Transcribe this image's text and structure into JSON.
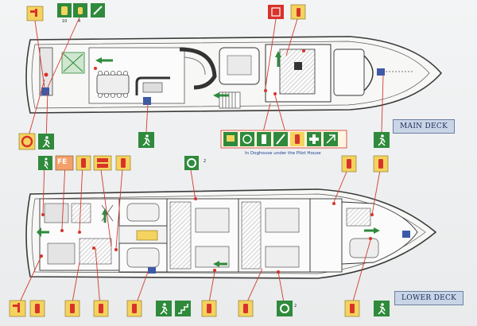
{
  "labels": {
    "main_deck": "MAIN DECK",
    "lower_deck": "LOWER DECK",
    "doghouse_caption": "In Doghouse under the Pilot House",
    "count_a": "10",
    "count_b": "4",
    "count_c": "2",
    "count_d": "2",
    "fe_text": "FE"
  },
  "legend_icons": [
    "fire-alarm-icon",
    "life-jacket-icon",
    "life-jacket-child-icon",
    "fire-hose-icon",
    "fire-pump-icon",
    "fire-extinguisher-icon",
    "first-aid-icon",
    "emergency-exit-icon",
    "fire-axe-icon",
    "life-ring-icon",
    "fire-blanket-icon"
  ],
  "colors": {
    "safety_red": "#d8332a",
    "safety_green": "#2f8a3c",
    "sign_yellow": "#f4d35e",
    "deck_label_bg": "#c9d5e6",
    "callout_line": "#d23a2e",
    "hull_line": "#3a3a3a"
  }
}
